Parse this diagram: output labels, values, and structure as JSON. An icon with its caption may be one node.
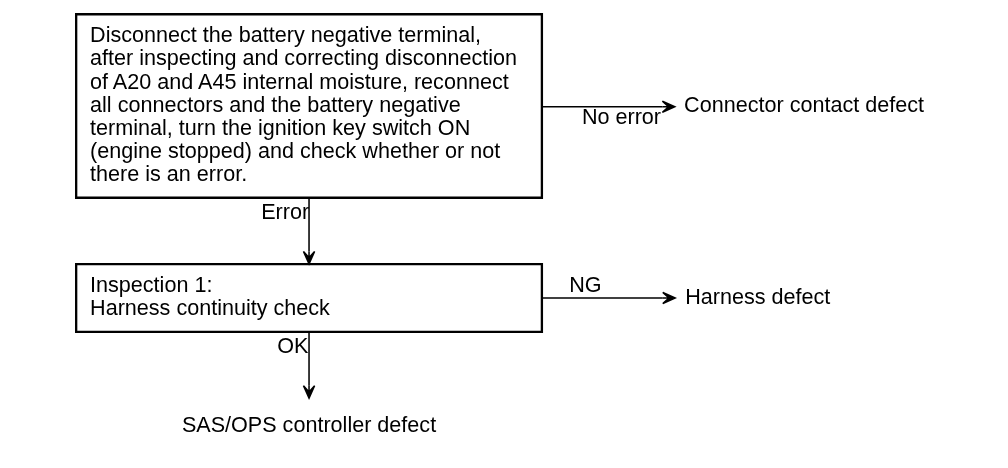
{
  "diagram": {
    "nodes": [
      {
        "text": [
          "Disconnect the battery negative terminal, after inspecting and correcting disconnection of A20 and A45 internal moisture, reconnect all connectors and the battery negative terminal, turn the ignition key switch ON (engine stopped) and check whether or not there is an error."
        ]
      },
      {
        "text": [
          "Connector contact defect"
        ]
      },
      {
        "text": [
          "Inspection 1:",
          "Harness continuity check"
        ]
      },
      {
        "text": [
          "Harness defect"
        ]
      },
      {
        "text": [
          "SAS/OPS controller defect"
        ]
      }
    ],
    "edges": [
      {
        "from": 0,
        "to": 1,
        "arrow": "to",
        "label": "No error"
      },
      {
        "from": 0,
        "to": 2,
        "arrow": "to",
        "label": "Error"
      },
      {
        "from": 2,
        "to": 3,
        "arrow": "to",
        "label": "NG"
      },
      {
        "from": 2,
        "to": 4,
        "arrow": "to",
        "label": "OK"
      }
    ]
  }
}
